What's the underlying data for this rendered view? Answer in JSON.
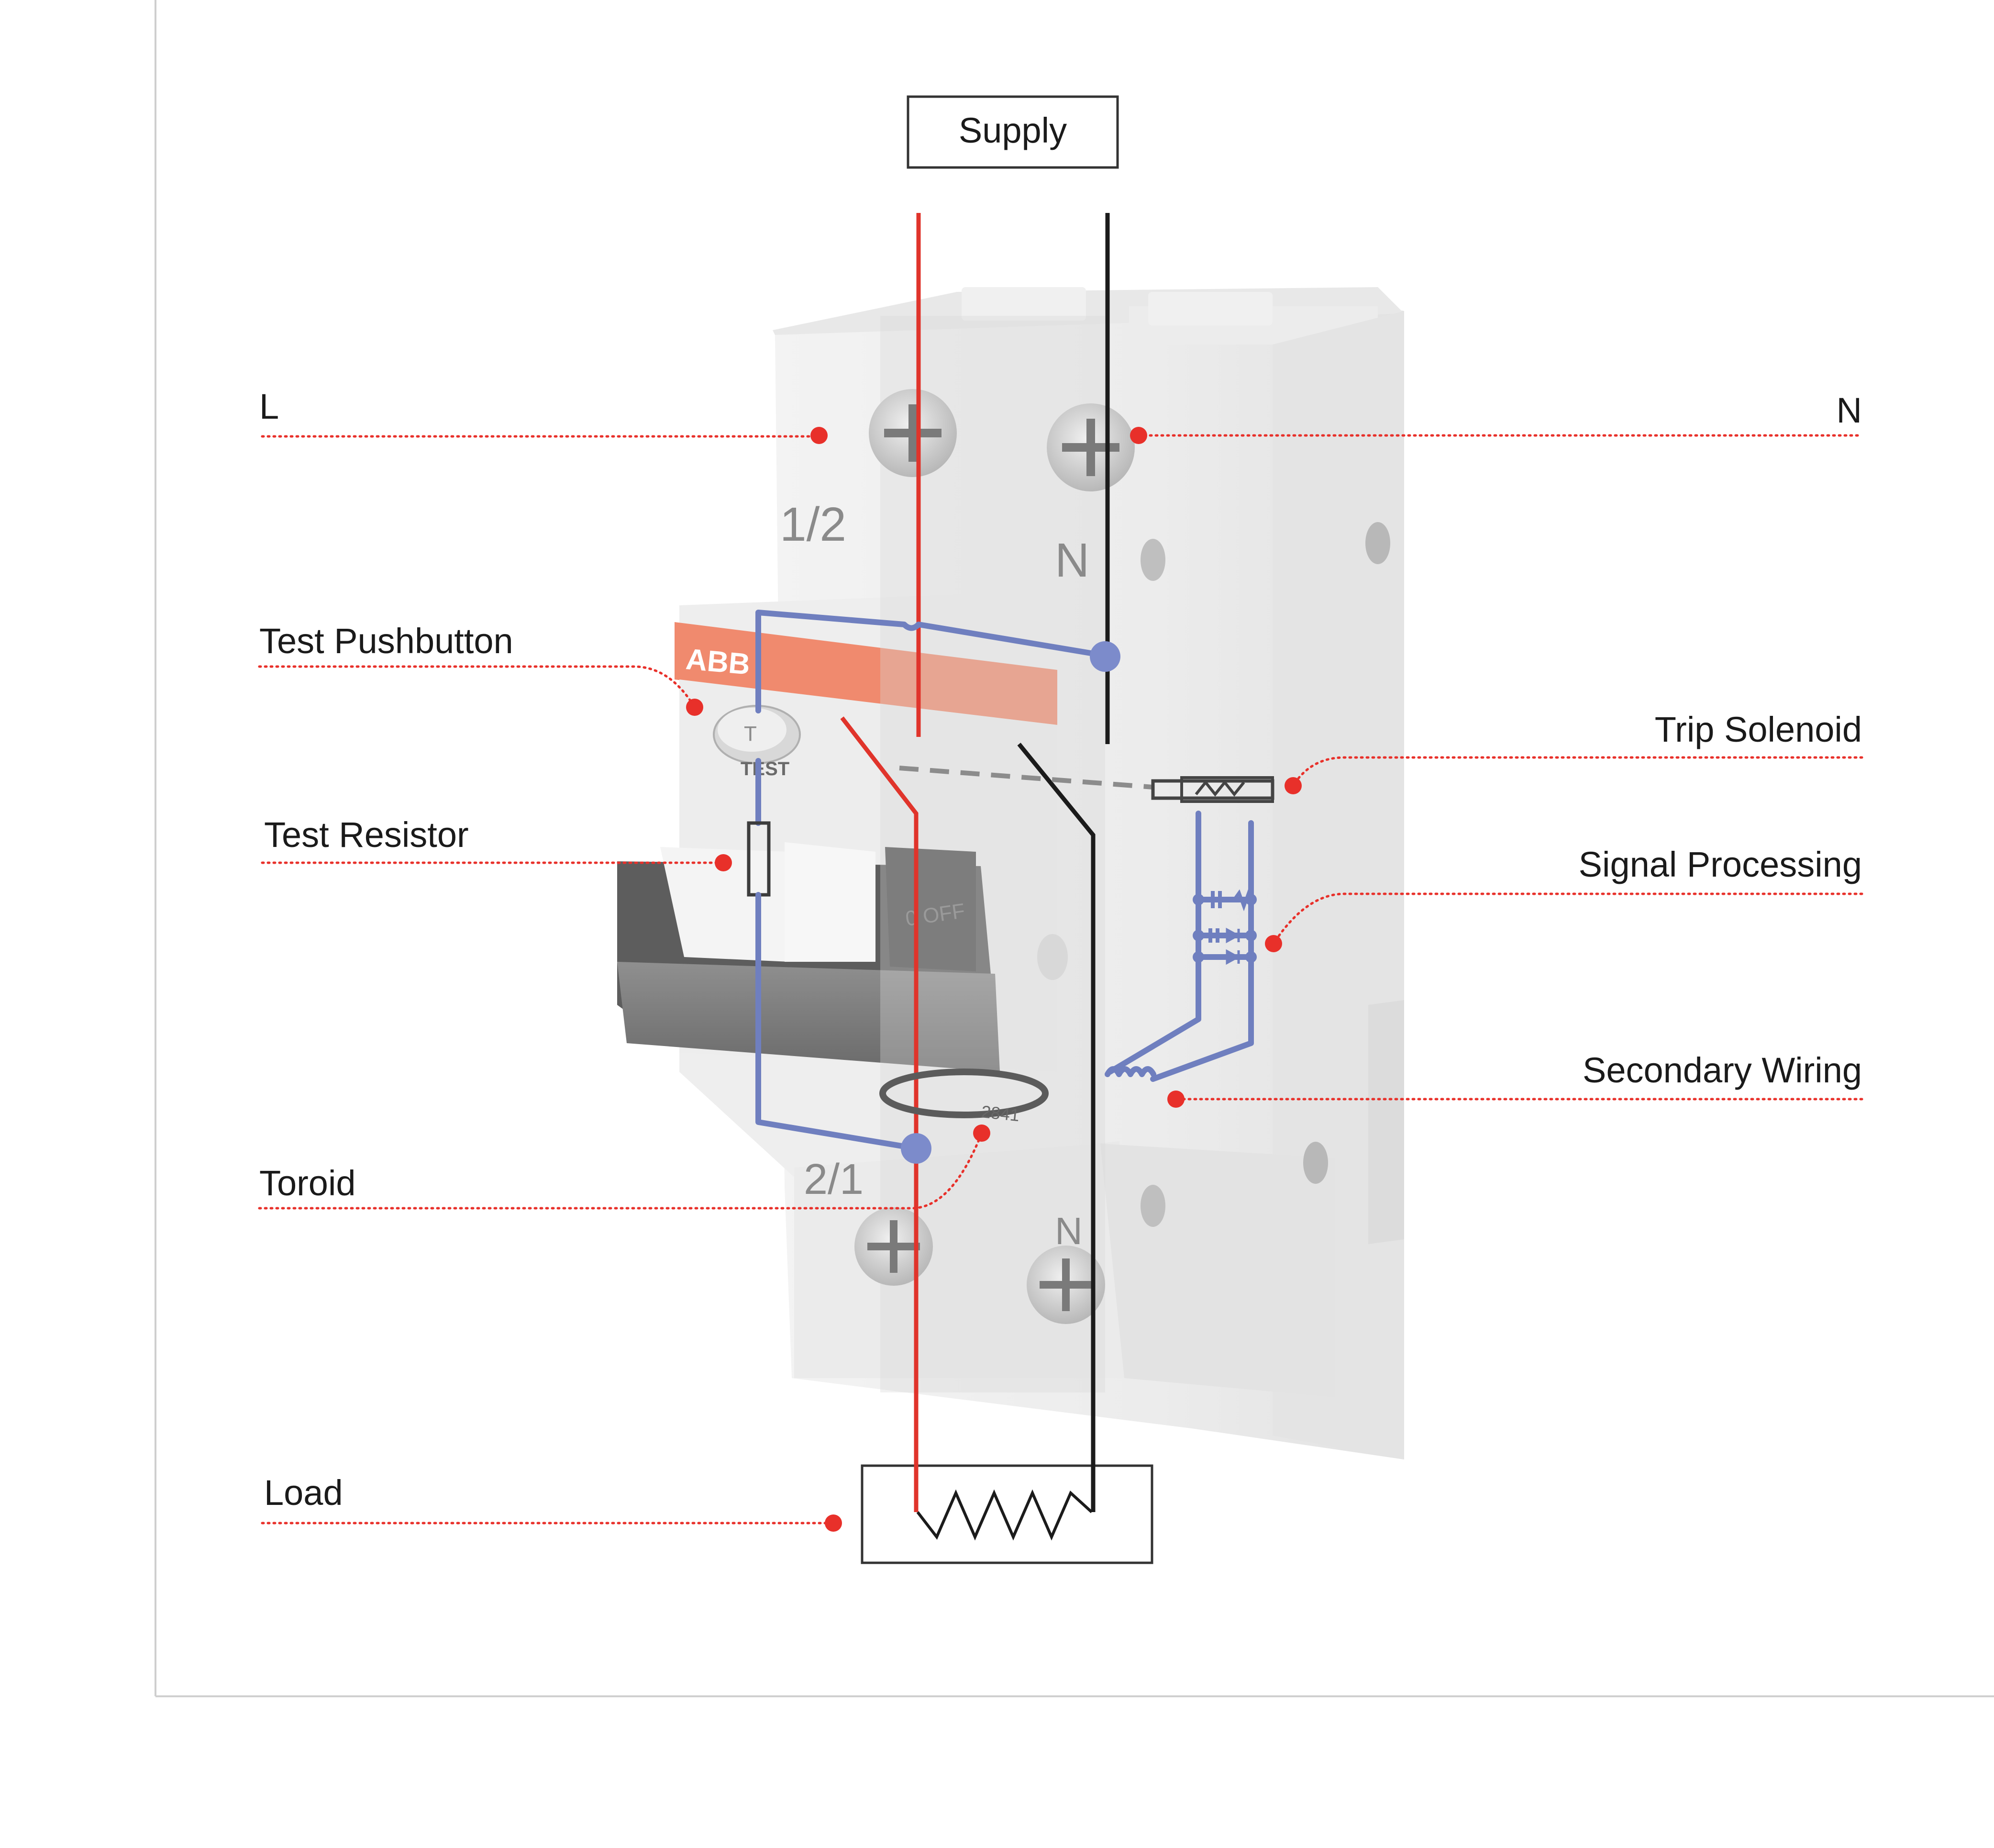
{
  "diagram": {
    "supply_label": "Supply",
    "load_label": "Load",
    "brand": "ABB",
    "test_marking": "TEST",
    "test_key_marking": "T",
    "terminal_top_left": "1/2",
    "terminal_top_right": "N",
    "terminal_bottom_left": "2/1",
    "terminal_bottom_right": "N",
    "toroid_marking": "2841",
    "handle_marking": "0 OFF",
    "labels": {
      "l": "L",
      "n": "N",
      "test_pushbutton": "Test Pushbutton",
      "trip_solenoid": "Trip Solenoid",
      "test_resistor": "Test Resistor",
      "signal_processing": "Signal Processing",
      "secondary_wiring": "Secondary Wiring",
      "toroid": "Toroid"
    },
    "colors": {
      "line_conductor": "#e0342b",
      "neutral_conductor": "#1b1b1b",
      "secondary_circuit": "#6f7fbf",
      "leader": "#e8302a",
      "brand_band": "#f08a6e",
      "frame": "#cfcfcf"
    }
  }
}
